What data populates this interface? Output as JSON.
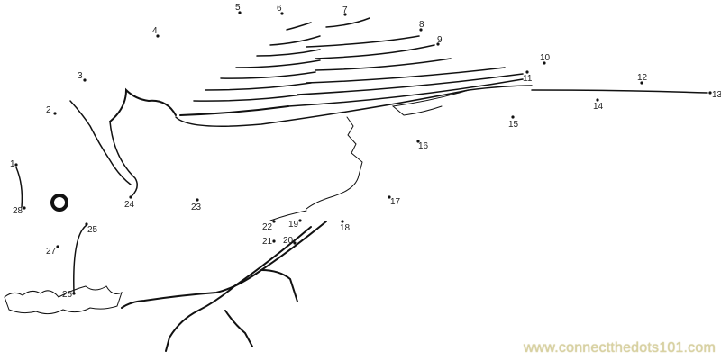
{
  "puzzle": {
    "dot_labels": [
      "1",
      "2",
      "3",
      "4",
      "5",
      "6",
      "7",
      "8",
      "9",
      "10",
      "11",
      "12",
      "13",
      "14",
      "15",
      "16",
      "17",
      "18",
      "19",
      "20",
      "21",
      "22",
      "23",
      "24",
      "25",
      "26",
      "27",
      "28"
    ]
  },
  "watermark": "www.connectthedots101.com"
}
